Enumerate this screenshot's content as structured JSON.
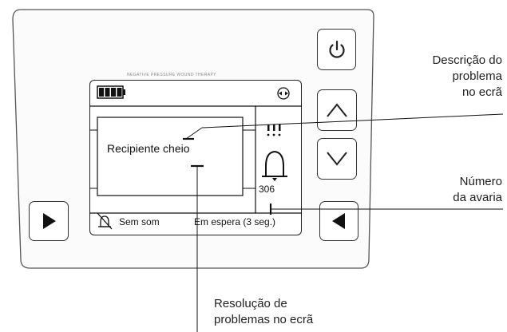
{
  "device": {
    "brand_text": "NEGATIVE PRESSURE WOUND THERAPY",
    "screen": {
      "message": "Recipiente cheio",
      "error_number": "306",
      "status_mute": "Sem som",
      "status_standby": "Em espera (3 seg.)",
      "icons": [
        "battery-icon",
        "lock-icon",
        "drops-icon",
        "bell-icon",
        "mute-icon"
      ]
    },
    "buttons": [
      "power-button",
      "up-button",
      "down-button",
      "right-button",
      "left-button"
    ]
  },
  "callouts": {
    "description": [
      "Descrição do",
      "problema",
      "no ecrã"
    ],
    "error": [
      "Número",
      "da avaria"
    ],
    "resolution": [
      "Resolução de",
      "problemas no ecrã"
    ]
  }
}
